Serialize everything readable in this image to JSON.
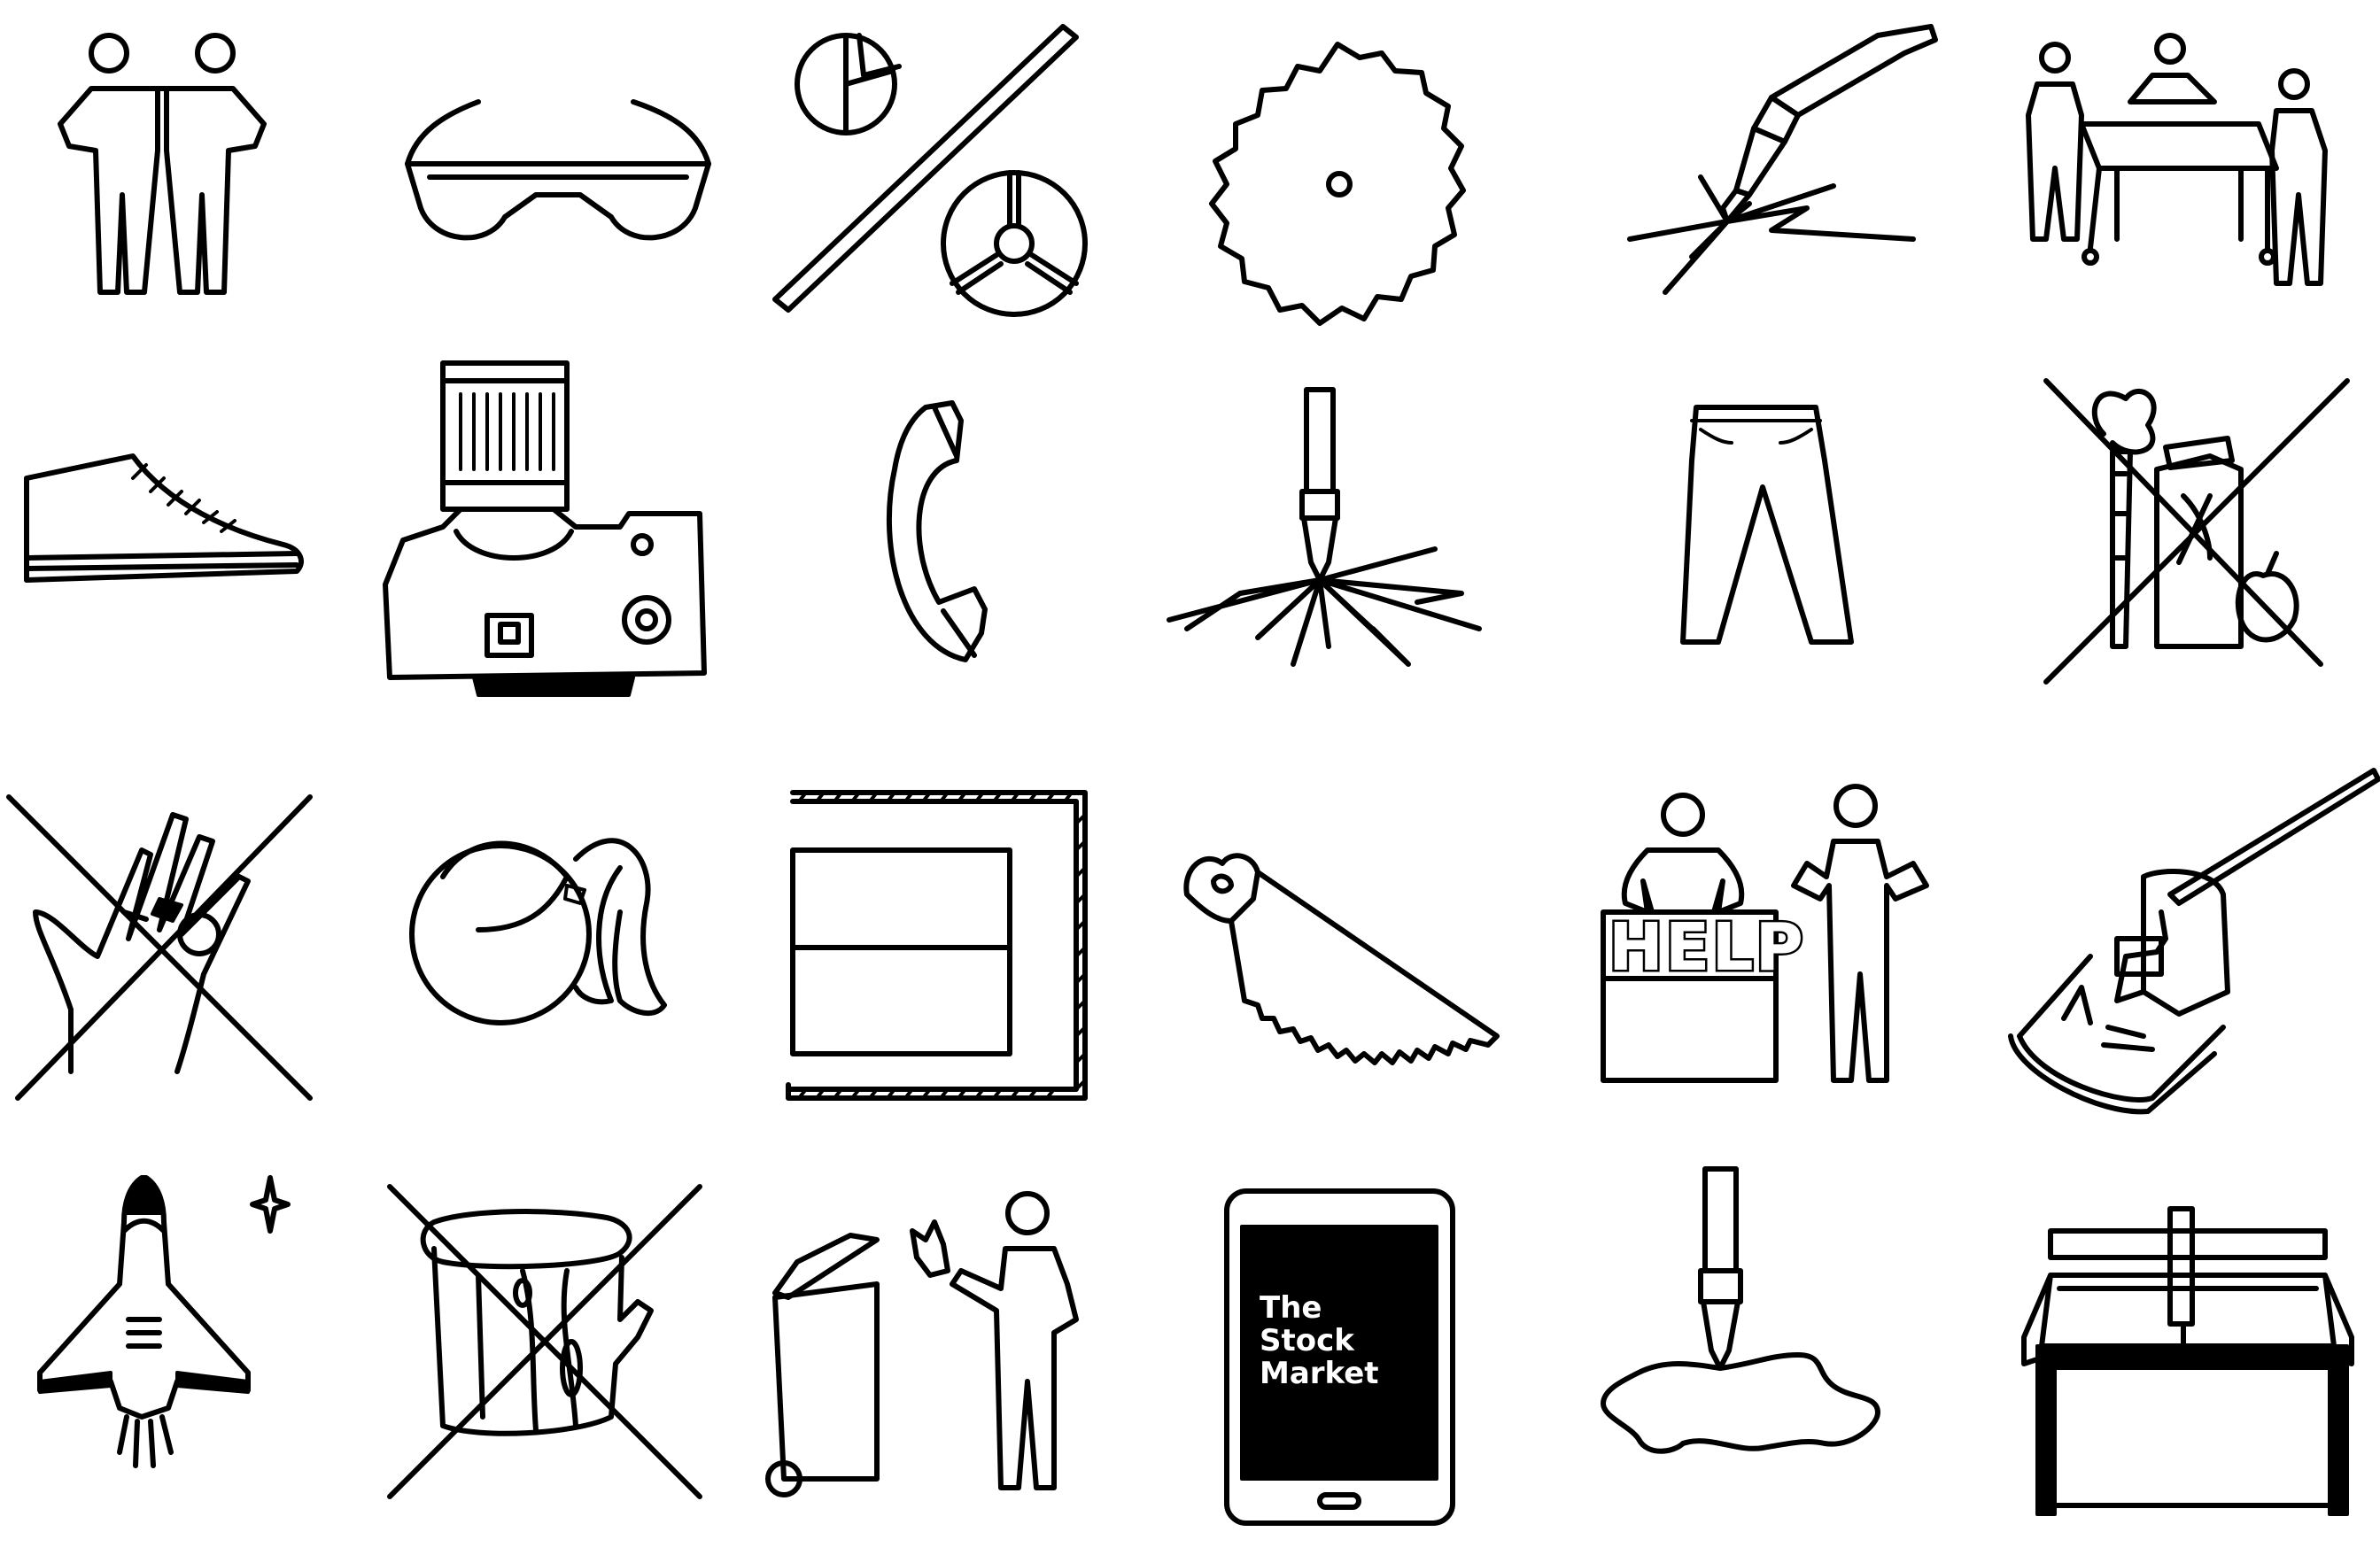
{
  "icons": [
    {
      "name": "two-people-icon"
    },
    {
      "name": "safety-glasses-icon"
    },
    {
      "name": "percentage-pie-icon"
    },
    {
      "name": "saw-blade-icon"
    },
    {
      "name": "laser-engraver-icon"
    },
    {
      "name": "team-at-table-icon"
    },
    {
      "name": "sneaker-icon"
    },
    {
      "name": "camera-icon"
    },
    {
      "name": "phone-handset-icon"
    },
    {
      "name": "laser-pen-sparks-icon"
    },
    {
      "name": "trousers-icon"
    },
    {
      "name": "no-food-drink-icon"
    },
    {
      "name": "no-rings-hand-icon"
    },
    {
      "name": "hair-tie-icon"
    },
    {
      "name": "safety-zone-box-icon"
    },
    {
      "name": "hand-saw-icon"
    },
    {
      "name": "help-desk-icon"
    },
    {
      "name": "hand-press-icon"
    },
    {
      "name": "space-shuttle-icon"
    },
    {
      "name": "no-tree-stump-icon"
    },
    {
      "name": "trash-bin-icon"
    },
    {
      "name": "stock-market-tablet-icon"
    },
    {
      "name": "pen-spill-icon"
    },
    {
      "name": "cnc-router-icon"
    }
  ],
  "help_desk": {
    "sign": "HELP"
  },
  "tablet": {
    "line1": "The",
    "line2": "Stock",
    "line3": "Market"
  },
  "colors": {
    "ink": "#000000",
    "paper": "#ffffff"
  }
}
